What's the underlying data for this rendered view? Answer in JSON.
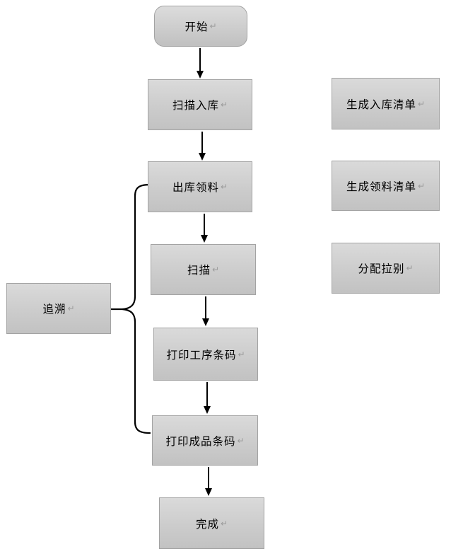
{
  "diagram": {
    "type": "flowchart",
    "paragraph_mark": "↵",
    "main_flow": [
      {
        "id": "start",
        "label": "开始",
        "shape": "rounded"
      },
      {
        "id": "scan-inbound",
        "label": "扫描入库",
        "shape": "rect"
      },
      {
        "id": "outbound-picking",
        "label": "出库领料",
        "shape": "rect"
      },
      {
        "id": "scan",
        "label": "扫描",
        "shape": "rect"
      },
      {
        "id": "print-process-barcode",
        "label": "打印工序条码",
        "shape": "rect"
      },
      {
        "id": "print-finished-barcode",
        "label": "打印成品条码",
        "shape": "rect"
      },
      {
        "id": "finish",
        "label": "完成",
        "shape": "rect"
      }
    ],
    "side_outputs": [
      {
        "id": "generate-inbound-list",
        "label": "生成入库清单",
        "aligned_with": "扫描入库"
      },
      {
        "id": "generate-picking-list",
        "label": "生成领料清单",
        "aligned_with": "出库领料"
      },
      {
        "id": "assign-line",
        "label": "分配拉别",
        "aligned_with": "扫描"
      }
    ],
    "trace": {
      "label": "追溯",
      "brace_spans_from": "出库领料",
      "brace_spans_to": "打印成品条码"
    },
    "colors": {
      "box_fill_top": "#dadada",
      "box_fill_bottom": "#c2c2c2",
      "box_border": "#a3a3a3",
      "connector": "#000000",
      "text": "#000000",
      "paragraph_mark": "#9b9b9b",
      "background": "#ffffff"
    }
  }
}
